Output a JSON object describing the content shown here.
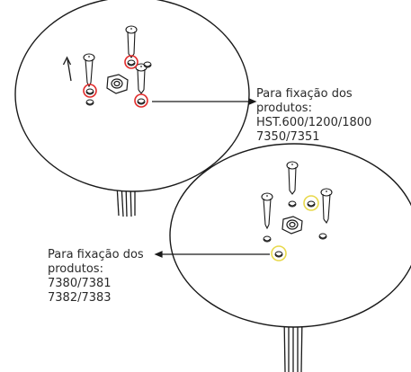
{
  "callout_top": {
    "lines": [
      "Para fixação dos",
      "produtos:",
      "HST.600/1200/1800",
      "7350/7351"
    ],
    "marker_color": "#e02a2a"
  },
  "callout_bottom": {
    "lines": [
      "Para fixação dos",
      "produtos:",
      "7380/7381",
      "7382/7383"
    ],
    "marker_color": "#e8d84a"
  },
  "line_color": "#1a1a1a"
}
